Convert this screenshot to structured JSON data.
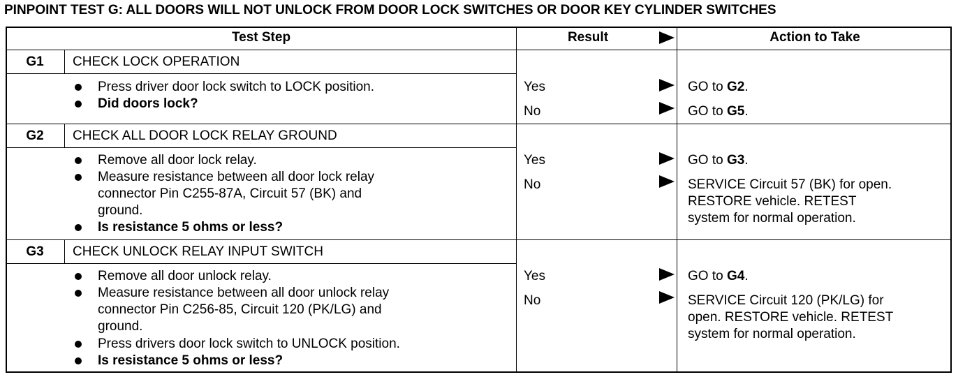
{
  "title": "PINPOINT TEST G: ALL DOORS WILL NOT UNLOCK FROM DOOR LOCK SWITCHES OR DOOR KEY CYLINDER SWITCHES",
  "headers": {
    "step": "Test Step",
    "result": "Result",
    "action": "Action to Take"
  },
  "steps": [
    {
      "id": "G1",
      "heading": "CHECK LOCK OPERATION",
      "bullets": [
        "Press driver door lock switch to LOCK position.",
        "Did doors lock?"
      ],
      "results": [
        {
          "label": "Yes",
          "action_text": "GO to ",
          "action_ref": "G2",
          "action_after": "."
        },
        {
          "label": "No",
          "action_text": "GO to ",
          "action_ref": "G5",
          "action_after": "."
        }
      ]
    },
    {
      "id": "G2",
      "heading": "CHECK ALL DOOR LOCK RELAY GROUND",
      "bullets": [
        "Remove all door lock relay.",
        [
          "Measure resistance between all door lock relay",
          "connector Pin C255-87A, Circuit 57 (BK) and",
          "ground."
        ],
        "Is resistance 5 ohms or less?"
      ],
      "results": [
        {
          "label": "Yes",
          "action_text": "GO to ",
          "action_ref": "G3",
          "action_after": "."
        },
        {
          "label": "No",
          "action_lines": [
            "SERVICE Circuit 57 (BK) for open.",
            "RESTORE vehicle. RETEST",
            "system for normal operation."
          ]
        }
      ]
    },
    {
      "id": "G3",
      "heading": "CHECK UNLOCK RELAY INPUT SWITCH",
      "bullets": [
        "Remove all door unlock relay.",
        [
          "Measure resistance between all door unlock relay",
          "connector Pin C256-85, Circuit 120 (PK/LG) and",
          "ground."
        ],
        "Press drivers door lock switch to UNLOCK position.",
        "Is resistance 5 ohms or less?"
      ],
      "results": [
        {
          "label": "Yes",
          "action_text": "GO to ",
          "action_ref": "G4",
          "action_after": "."
        },
        {
          "label": "No",
          "action_lines": [
            "SERVICE Circuit 120 (PK/LG) for",
            "open. RESTORE vehicle. RETEST",
            "system for normal operation."
          ]
        }
      ]
    }
  ]
}
